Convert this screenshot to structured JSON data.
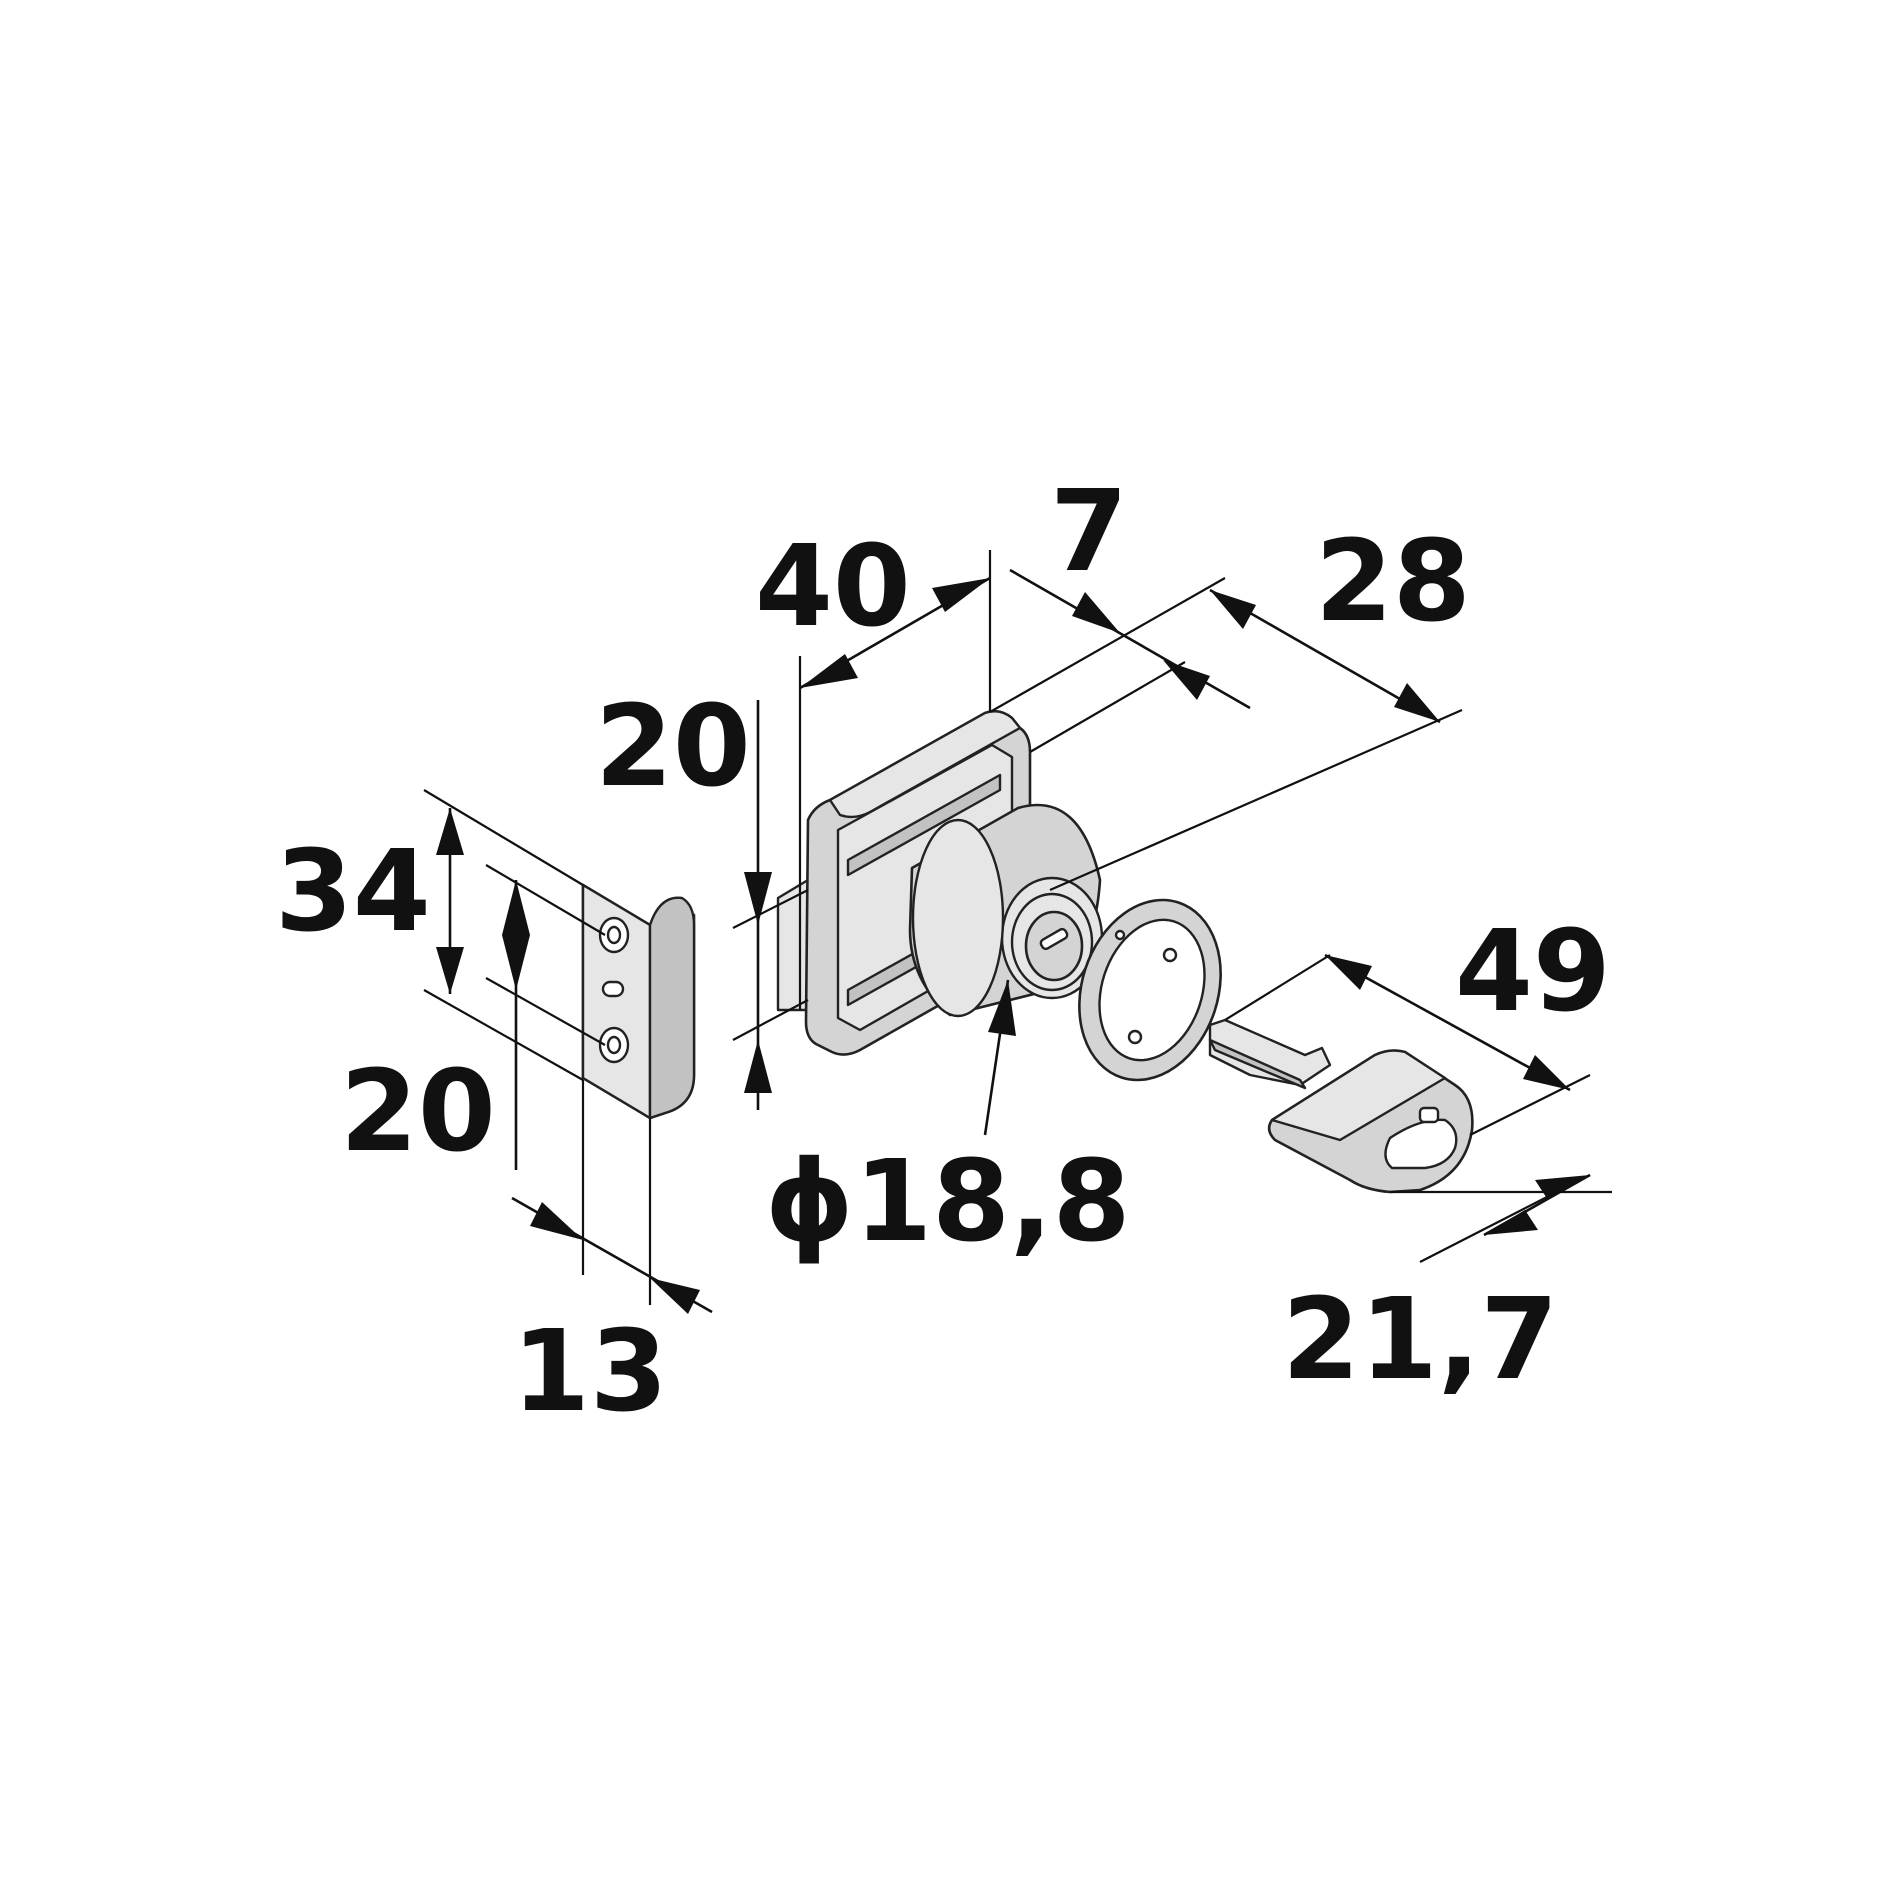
{
  "dimensions": {
    "strike_height": "34",
    "strike_hole_spacing": "20",
    "strike_depth": "13",
    "bolt_height": "20",
    "body_width": "40",
    "face_plate_thickness": "7",
    "cylinder_length": "28",
    "cylinder_diameter": "ϕ18,8",
    "key_length": "49",
    "key_width": "21,7"
  }
}
